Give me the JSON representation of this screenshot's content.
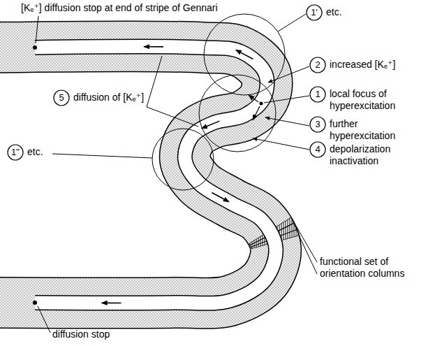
{
  "diagram": {
    "nodes": [
      {
        "text": [
          "1'",
          "etc."
        ]
      },
      {
        "text": [
          "2",
          "increased [Kₑ⁺]"
        ]
      },
      {
        "text": [
          "1",
          "local focus of hyperexcitation"
        ]
      },
      {
        "text": [
          "3",
          "further hyperexcitation"
        ]
      },
      {
        "text": [
          "4",
          "depolarization inactivation"
        ]
      },
      {
        "text": [
          "5",
          "diffusion of [Kₑ⁺]"
        ]
      },
      {
        "text": [
          "1''",
          "etc."
        ]
      }
    ],
    "labels": [
      "[Kₑ⁺] diffusion stop at end of stripe of Gennari",
      "functional set of orientation columns",
      "diffusion stop"
    ]
  }
}
